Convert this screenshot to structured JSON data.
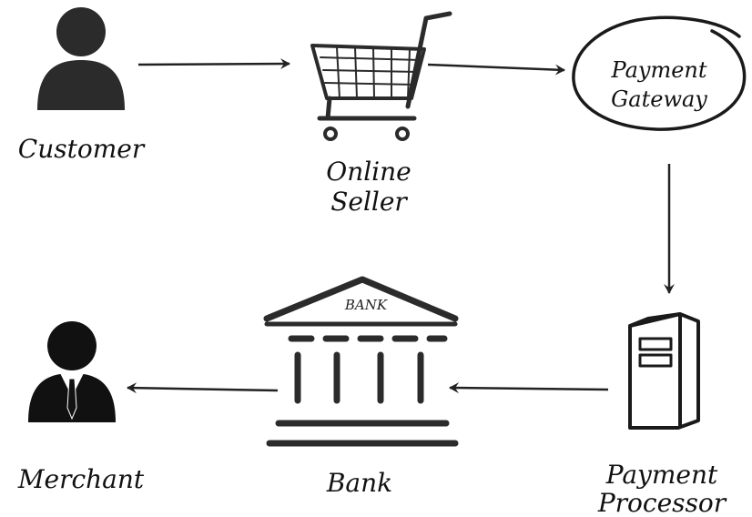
{
  "nodes": {
    "customer": {
      "label": "Customer"
    },
    "seller": {
      "line1": "Online",
      "line2": "Seller"
    },
    "gateway": {
      "line1": "Payment",
      "line2": "Gateway"
    },
    "processor": {
      "line1": "Payment",
      "line2": "Processor"
    },
    "bank": {
      "label": "Bank",
      "sign": "BANK"
    },
    "merchant": {
      "label": "Merchant"
    }
  },
  "flow": [
    "Customer → Online Seller",
    "Online Seller → Payment Gateway",
    "Payment Gateway → Payment Processor",
    "Payment Processor → Bank",
    "Bank → Merchant"
  ],
  "colors": {
    "ink": "#1a1a1a",
    "icon": "#2b2b2b",
    "arrow": "#222222"
  }
}
